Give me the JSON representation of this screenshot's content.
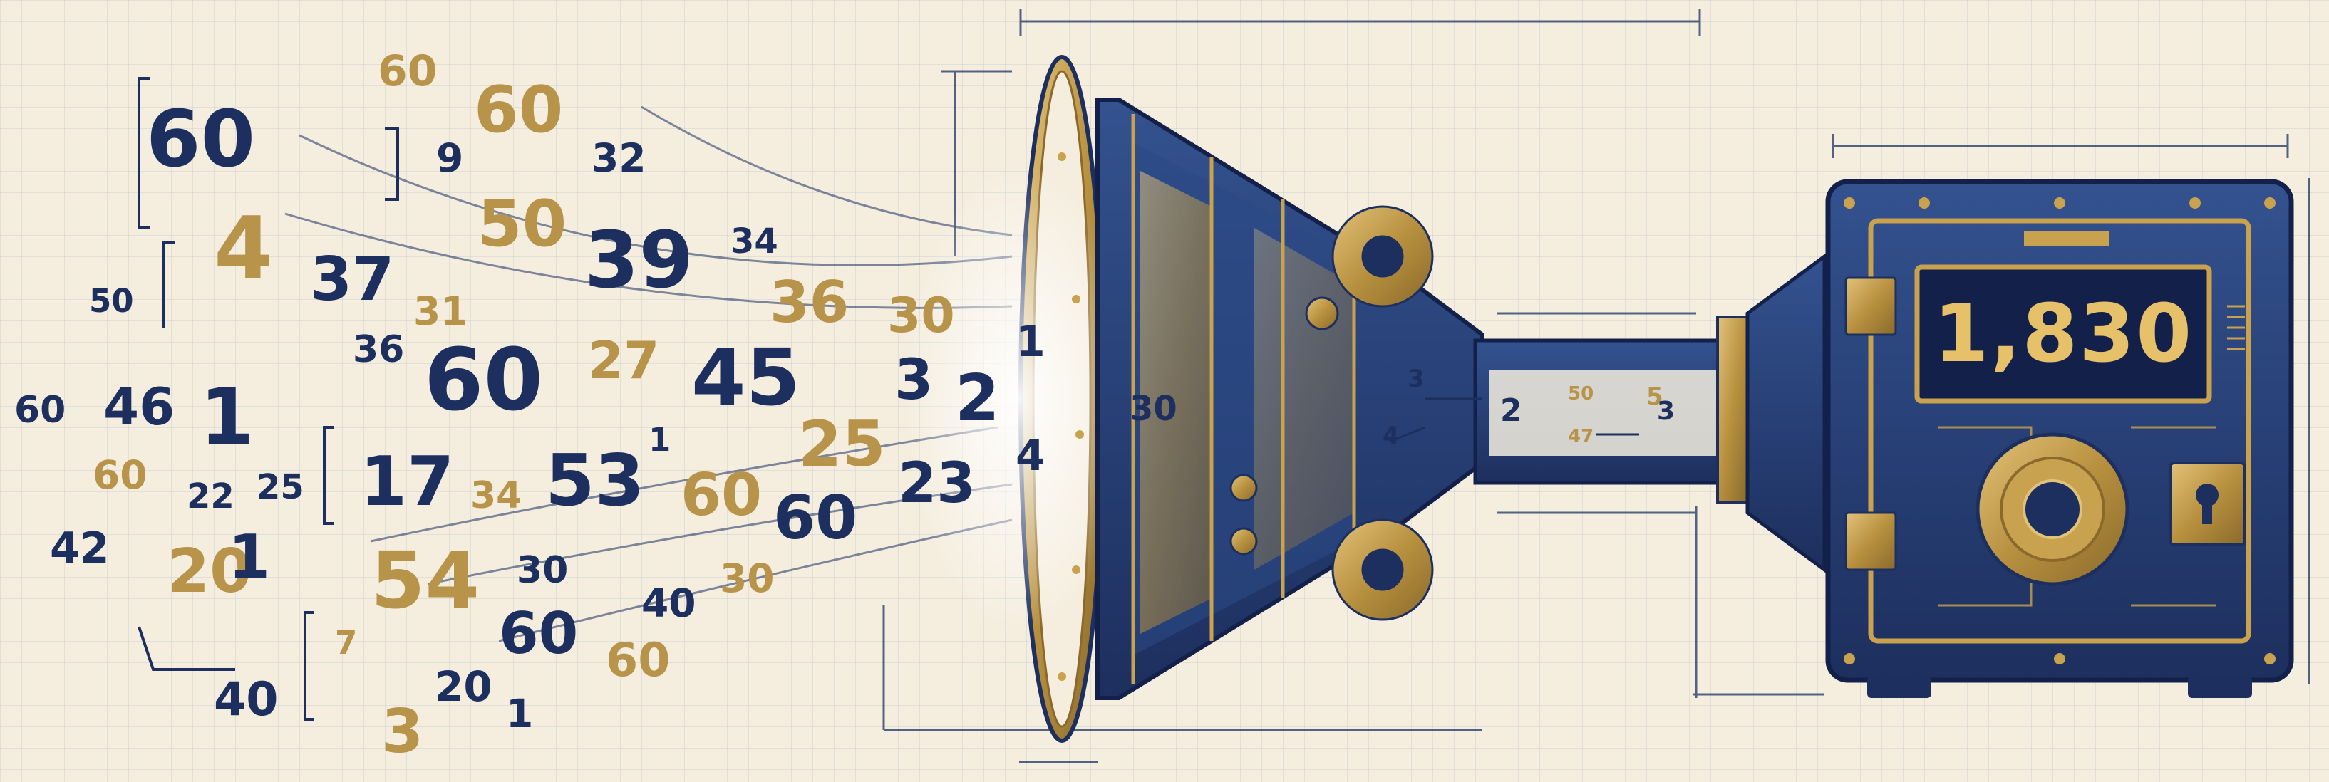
{
  "scattered_numbers": [
    "60",
    "60",
    "60",
    "9",
    "32",
    "4",
    "50",
    "39",
    "34",
    "50",
    "37",
    "36",
    "31",
    "36",
    "30",
    "60",
    "27",
    "45",
    "3",
    "2",
    "1",
    "4",
    "1",
    "60",
    "46",
    "1",
    "25",
    "60",
    "22",
    "25",
    "17",
    "34",
    "53",
    "60",
    "60",
    "23",
    "42",
    "20",
    "1",
    "54",
    "30",
    "30",
    "30",
    "40",
    "60",
    "7",
    "60",
    "40",
    "20",
    "1",
    "3"
  ],
  "funnel_numbers": [
    "3",
    "4",
    "2",
    "50",
    "47",
    "5",
    "3"
  ],
  "safe": {
    "display_value": "1,830"
  },
  "colors": {
    "navy": "#1d2f5e",
    "gold": "#b8934a",
    "paper": "#f5eedf",
    "brass": "#c9a24f"
  }
}
